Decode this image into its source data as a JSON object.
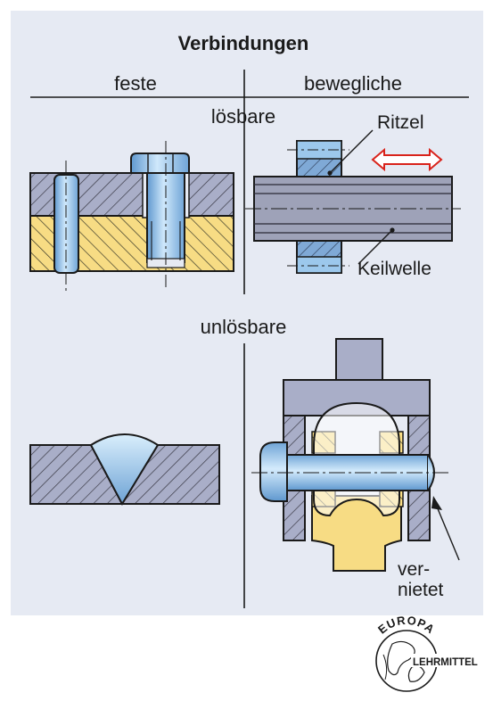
{
  "title": "Verbindungen",
  "columns": {
    "left": "feste",
    "right": "bewegliche"
  },
  "rows": {
    "top": "lösbare",
    "bottom": "unlösbare"
  },
  "labels": {
    "pinion": "Ritzel",
    "spline_shaft": "Keilwelle",
    "riveted_line1": "ver-",
    "riveted_line2": "nietet"
  },
  "logo": {
    "word1": "EUROPA",
    "word2": "LEHRMITTEL"
  },
  "colors": {
    "panel": "#e6eaf3",
    "steel": "#a9aec8",
    "yellow": "#f7dc84",
    "blue": "#9cc8ec",
    "arrow": "#d9231b"
  }
}
